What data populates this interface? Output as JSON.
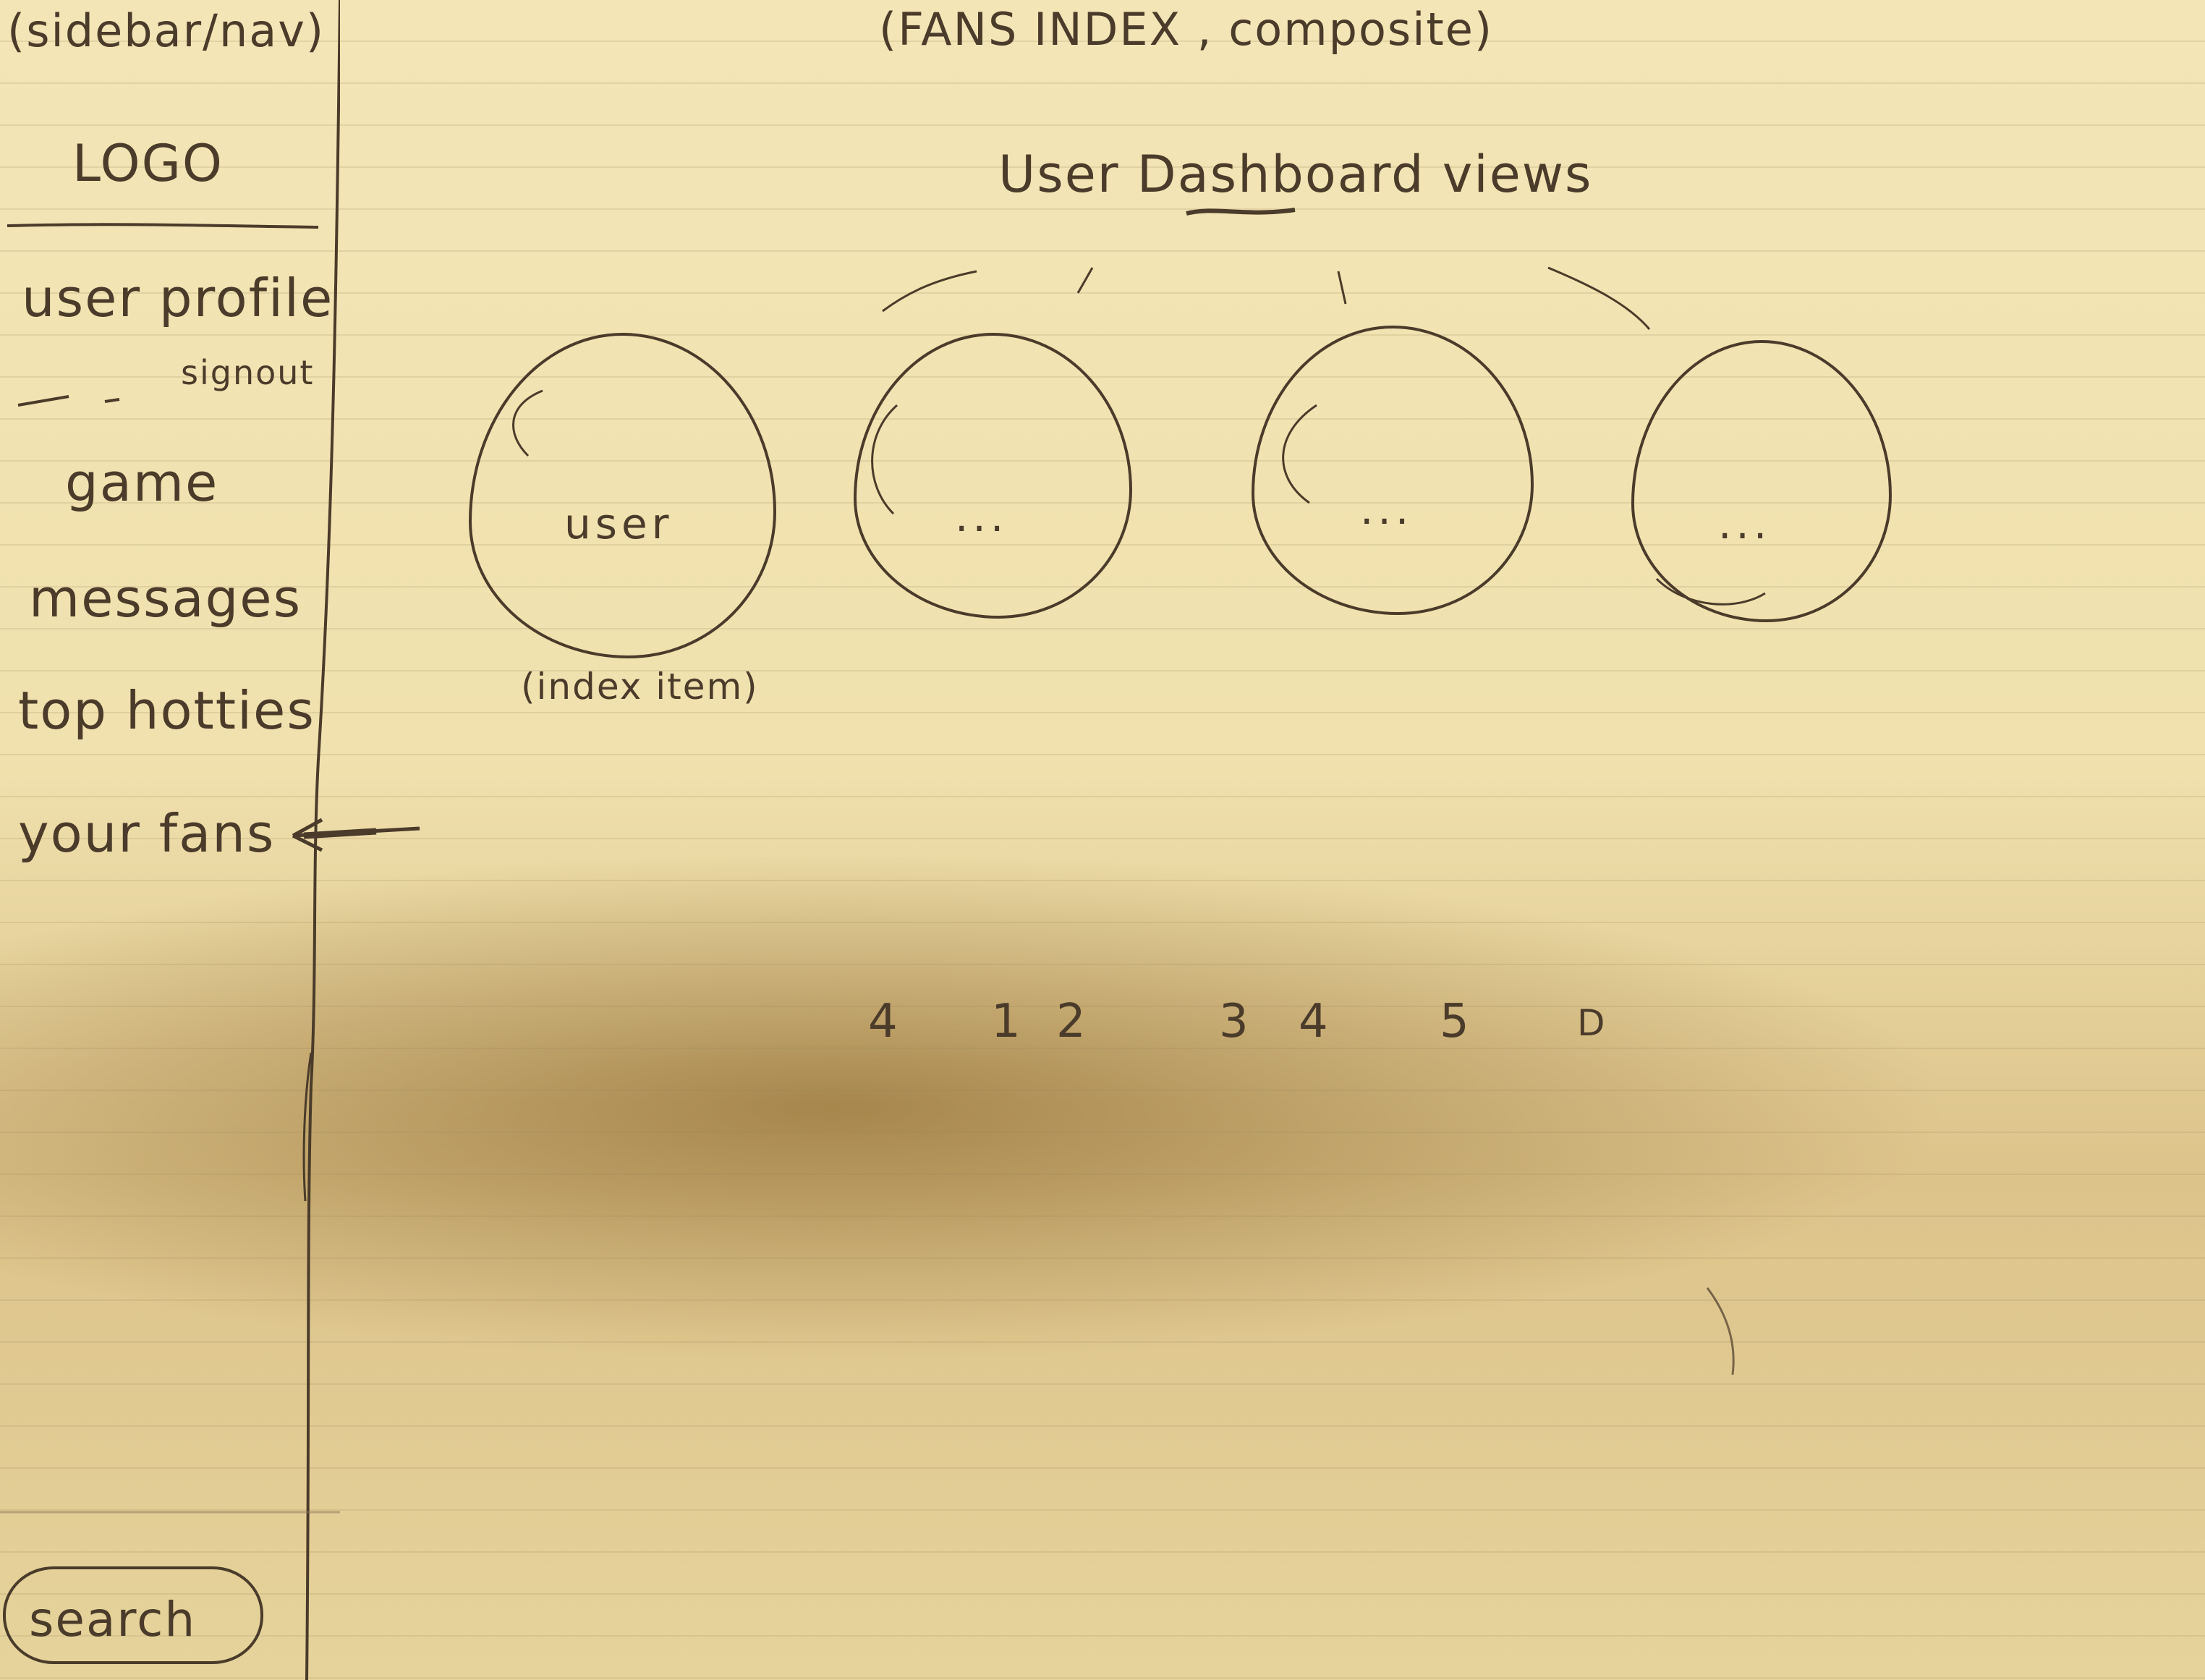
{
  "sidebar": {
    "title": "(sidebar/nav)",
    "logo": "LOGO",
    "items": [
      {
        "label": "user profile"
      },
      {
        "label": "signout"
      },
      {
        "label": "game"
      },
      {
        "label": "messages"
      },
      {
        "label": "top hotties"
      },
      {
        "label": "your fans"
      }
    ],
    "search_label": "search"
  },
  "main": {
    "title": "(FANS INDEX , composite)",
    "heading": "User Dashboard views",
    "index_items": [
      {
        "label": "user"
      },
      {
        "label": "..."
      },
      {
        "label": "..."
      },
      {
        "label": "..."
      }
    ],
    "index_item_caption": "(index item)"
  },
  "pagination": {
    "items": [
      "4",
      "1",
      "2",
      "3",
      "4",
      "5",
      "D"
    ]
  },
  "colors": {
    "ink": "#4a3b2a",
    "paper": "#f3e5b6"
  }
}
